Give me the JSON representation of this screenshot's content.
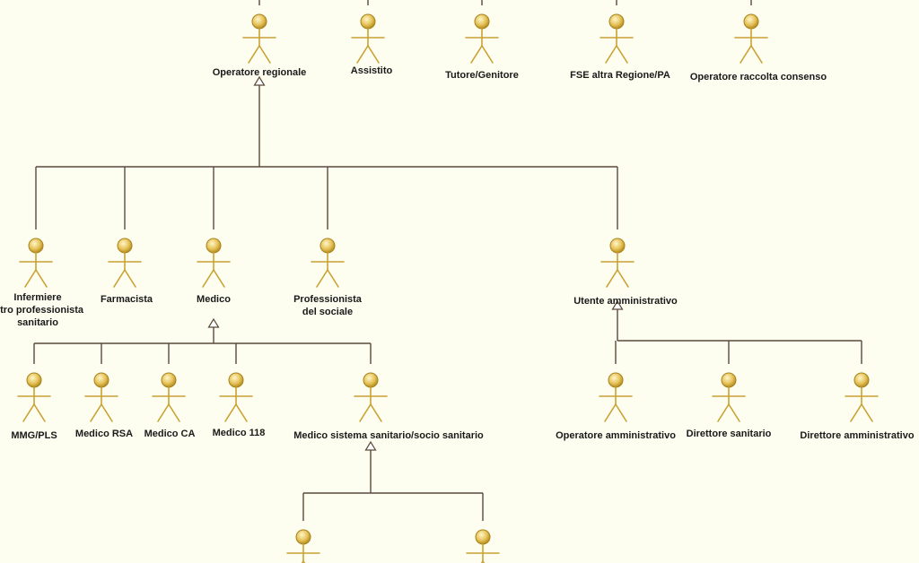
{
  "colors": {
    "background": "#fdfdf0",
    "actor_fill": "#e6c35a",
    "actor_stroke": "#c9a232",
    "edge": "#5a4a3a",
    "text": "#1a1a1a"
  },
  "icons": {
    "actor": "uml-actor-icon",
    "generalization": "hollow-triangle-arrow"
  },
  "actors": [
    {
      "id": "operatore-regionale",
      "label": [
        "Operatore regionale"
      ]
    },
    {
      "id": "assistito",
      "label": [
        "Assistito"
      ]
    },
    {
      "id": "tutore-genitore",
      "label": [
        "Tutore/Genitore"
      ]
    },
    {
      "id": "fse-altra-regione",
      "label": [
        "FSE altra Regione/PA"
      ]
    },
    {
      "id": "operatore-raccolta-consenso",
      "label": [
        "Operatore raccolta consenso"
      ]
    },
    {
      "id": "infermiere",
      "label": [
        "Infermiere",
        "altro professionista",
        "sanitario"
      ]
    },
    {
      "id": "farmacista",
      "label": [
        "Farmacista"
      ]
    },
    {
      "id": "medico",
      "label": [
        "Medico"
      ]
    },
    {
      "id": "professionista-sociale",
      "label": [
        "Professionista",
        "del sociale"
      ]
    },
    {
      "id": "utente-amministrativo",
      "label": [
        "Utente amministrativo"
      ]
    },
    {
      "id": "mmg-pls",
      "label": [
        "MMG/PLS"
      ]
    },
    {
      "id": "medico-rsa",
      "label": [
        "Medico RSA"
      ]
    },
    {
      "id": "medico-ca",
      "label": [
        "Medico CA"
      ]
    },
    {
      "id": "medico-118",
      "label": [
        "Medico 118"
      ]
    },
    {
      "id": "medico-sistema-sanitario",
      "label": [
        "Medico sistema sanitario/socio sanitario"
      ]
    },
    {
      "id": "operatore-amministrativo",
      "label": [
        "Operatore amministrativo"
      ]
    },
    {
      "id": "direttore-sanitario",
      "label": [
        "Direttore sanitario"
      ]
    },
    {
      "id": "direttore-amministrativo",
      "label": [
        "Direttore amministrativo"
      ]
    },
    {
      "id": "actor-bottom-left",
      "label": []
    },
    {
      "id": "actor-bottom-right",
      "label": []
    }
  ],
  "generalizations": [
    {
      "parent": "operatore-regionale",
      "children": [
        "infermiere",
        "farmacista",
        "medico",
        "professionista-sociale",
        "utente-amministrativo"
      ]
    },
    {
      "parent": "medico",
      "children": [
        "mmg-pls",
        "medico-rsa",
        "medico-ca",
        "medico-118",
        "medico-sistema-sanitario"
      ]
    },
    {
      "parent": "utente-amministrativo",
      "children": [
        "operatore-amministrativo",
        "direttore-sanitario",
        "direttore-amministrativo"
      ]
    },
    {
      "parent": "medico-sistema-sanitario",
      "children": [
        "actor-bottom-left",
        "actor-bottom-right"
      ]
    }
  ]
}
